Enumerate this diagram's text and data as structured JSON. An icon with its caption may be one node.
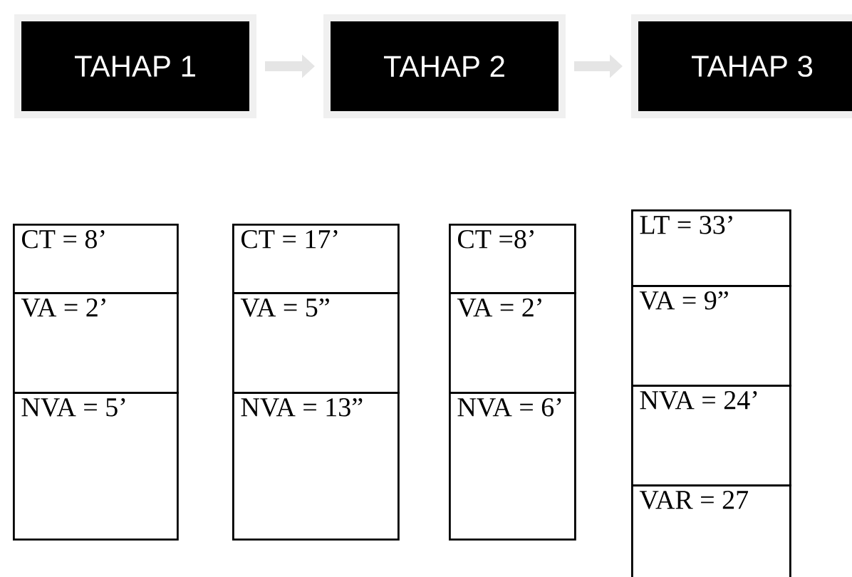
{
  "diagram": {
    "nodes": [
      {
        "text": [
          "TAHAP 1"
        ]
      },
      {
        "text": [
          "TAHAP 2"
        ]
      },
      {
        "text": [
          "TAHAP 3"
        ]
      },
      {
        "text": [
          "CT = 8’"
        ]
      },
      {
        "text": [
          "VA = 2’"
        ]
      },
      {
        "text": [
          "NVA = 5’"
        ]
      },
      {
        "text": [
          "CT = 17’"
        ]
      },
      {
        "text": [
          "VA = 5”"
        ]
      },
      {
        "text": [
          "NVA = 13”"
        ]
      },
      {
        "text": [
          "CT =8’"
        ]
      },
      {
        "text": [
          "VA = 2’"
        ]
      },
      {
        "text": [
          "NVA = 6’"
        ]
      },
      {
        "text": [
          "LT = 33’"
        ]
      },
      {
        "text": [
          "VA = 9”"
        ]
      },
      {
        "text": [
          "NVA = 24’"
        ]
      },
      {
        "text": [
          "VAR = 27"
        ]
      }
    ],
    "edges": [
      {
        "from": 0,
        "to": 1,
        "arrow": "to"
      },
      {
        "from": 1,
        "to": 2,
        "arrow": "to"
      }
    ]
  }
}
